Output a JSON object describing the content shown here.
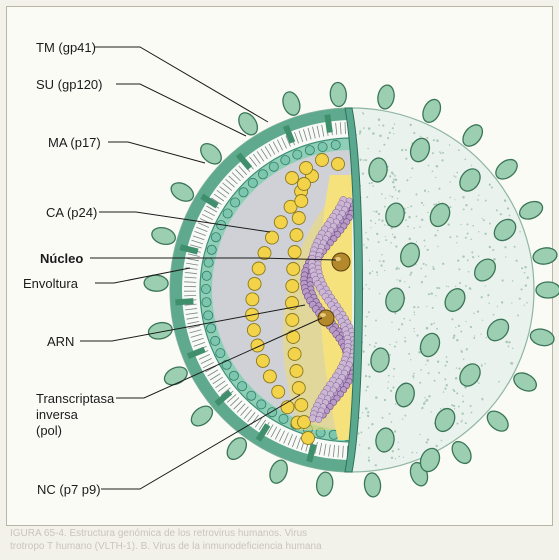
{
  "labels": {
    "tm": "TM (gp41)",
    "su": "SU (gp120)",
    "ma": "MA (p17)",
    "ca": "CA (p24)",
    "nucleo": "Núcleo",
    "envoltura": "Envoltura",
    "arn": "ARN",
    "transcriptasa_1": "Transcriptasa",
    "transcriptasa_2": "inversa",
    "transcriptasa_3": "(pol)",
    "nc": "NC (p7 p9)"
  },
  "caption": {
    "line1": "IGURA 65-4.   Estructura genómica de los retrovirus humanos. Virus",
    "line2": "trotropo T humano (VLTH-1). B. Virus de la inmunodeficiencia humana"
  },
  "colors": {
    "spike_fill": "#9ccfb1",
    "spike_stroke": "#3a7557",
    "membrane_teal": "#6bb9a6",
    "capsid_yellow": "#f2d64f",
    "core_yellow": "#f5e07a",
    "interior_gray": "#d5d7da",
    "rna_purple": "#b497c0",
    "sphere_light": "#e9f1ec"
  }
}
